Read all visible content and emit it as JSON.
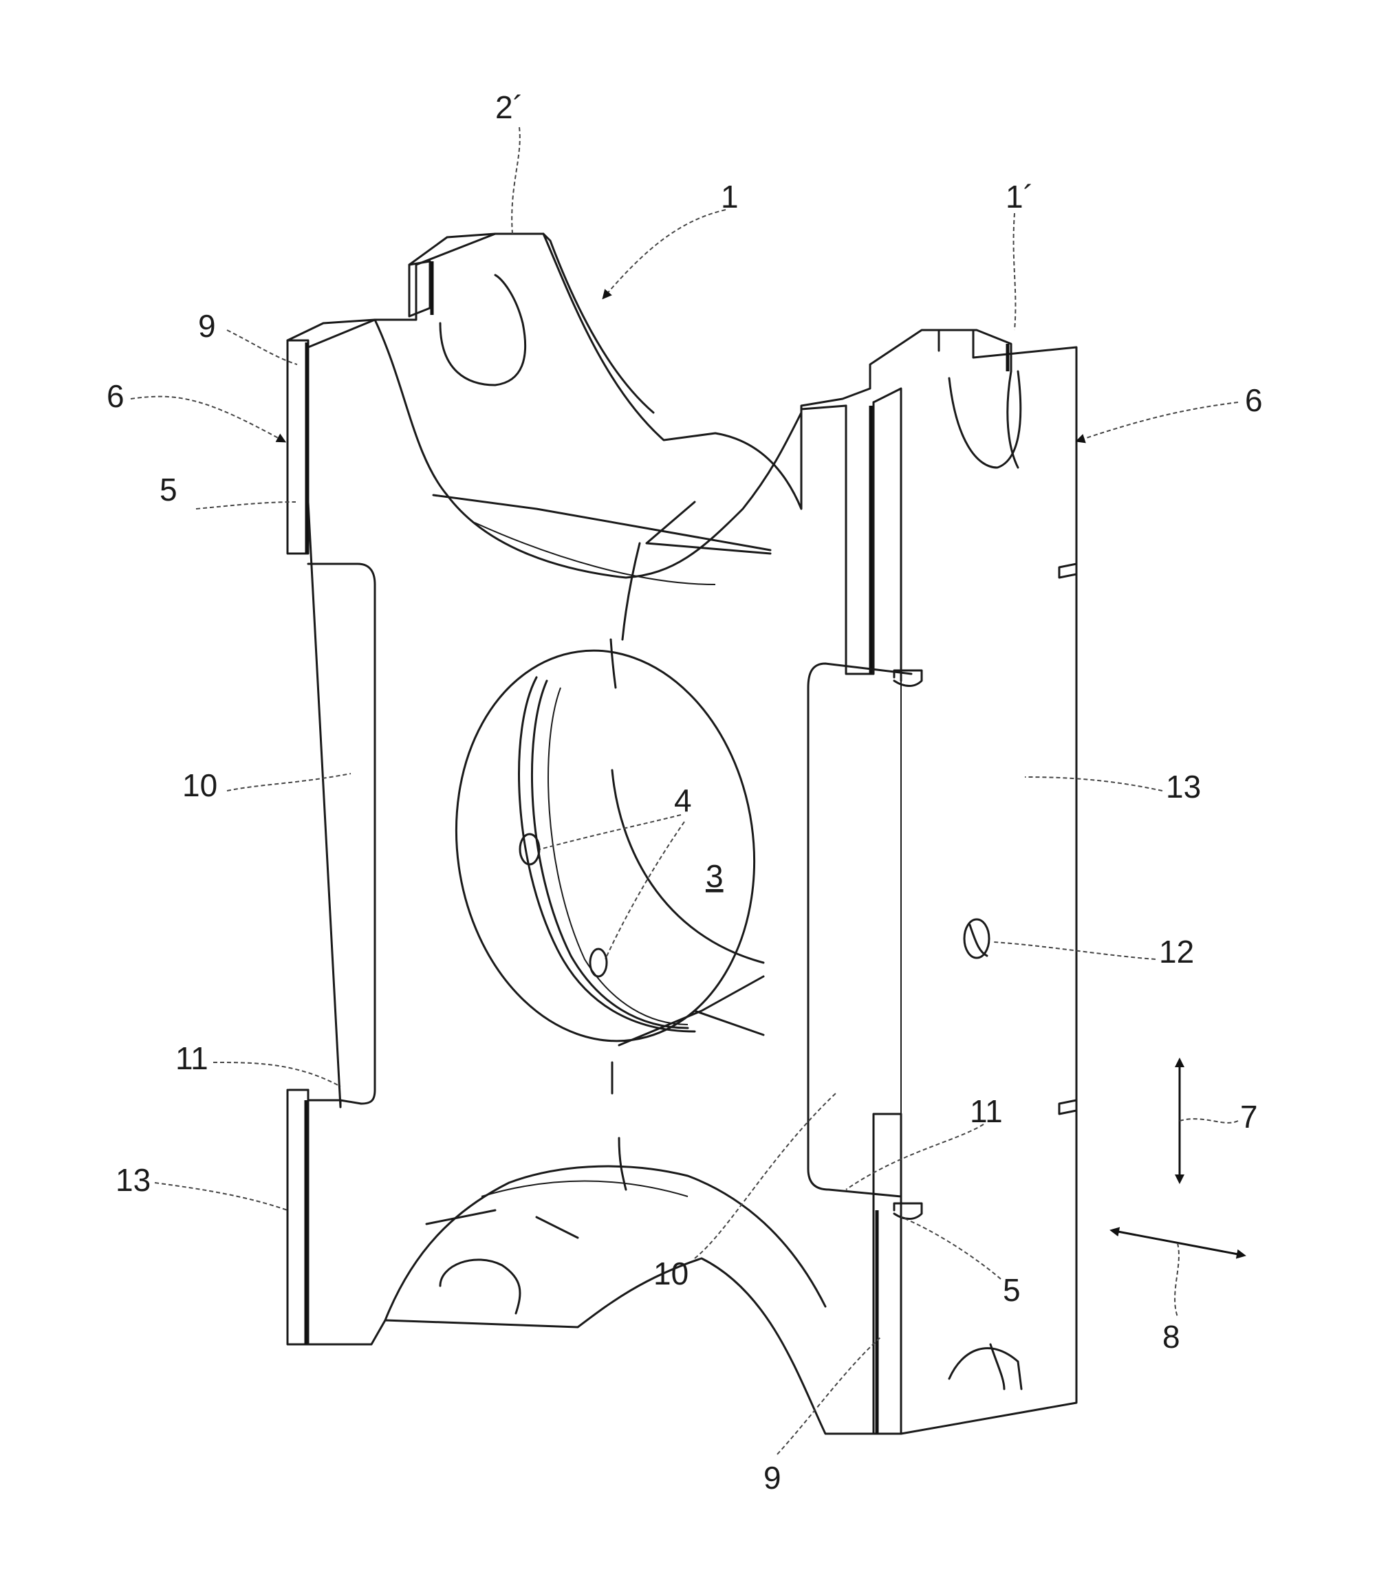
{
  "labels": {
    "ref_2prime": "2´",
    "ref_1_top": "1",
    "ref_1prime": "1´",
    "ref_9_top": "9",
    "ref_6_left": "6",
    "ref_6_right": "6",
    "ref_5_top": "5",
    "ref_10_left": "10",
    "ref_13_right": "13",
    "ref_4": "4",
    "ref_3": "3",
    "ref_12": "12",
    "ref_11_left": "11",
    "ref_11_right": "11",
    "ref_7": "7",
    "ref_13_left": "13",
    "ref_10_bottom": "10",
    "ref_5_bottom": "5",
    "ref_8": "8",
    "ref_9_bottom": "9"
  }
}
